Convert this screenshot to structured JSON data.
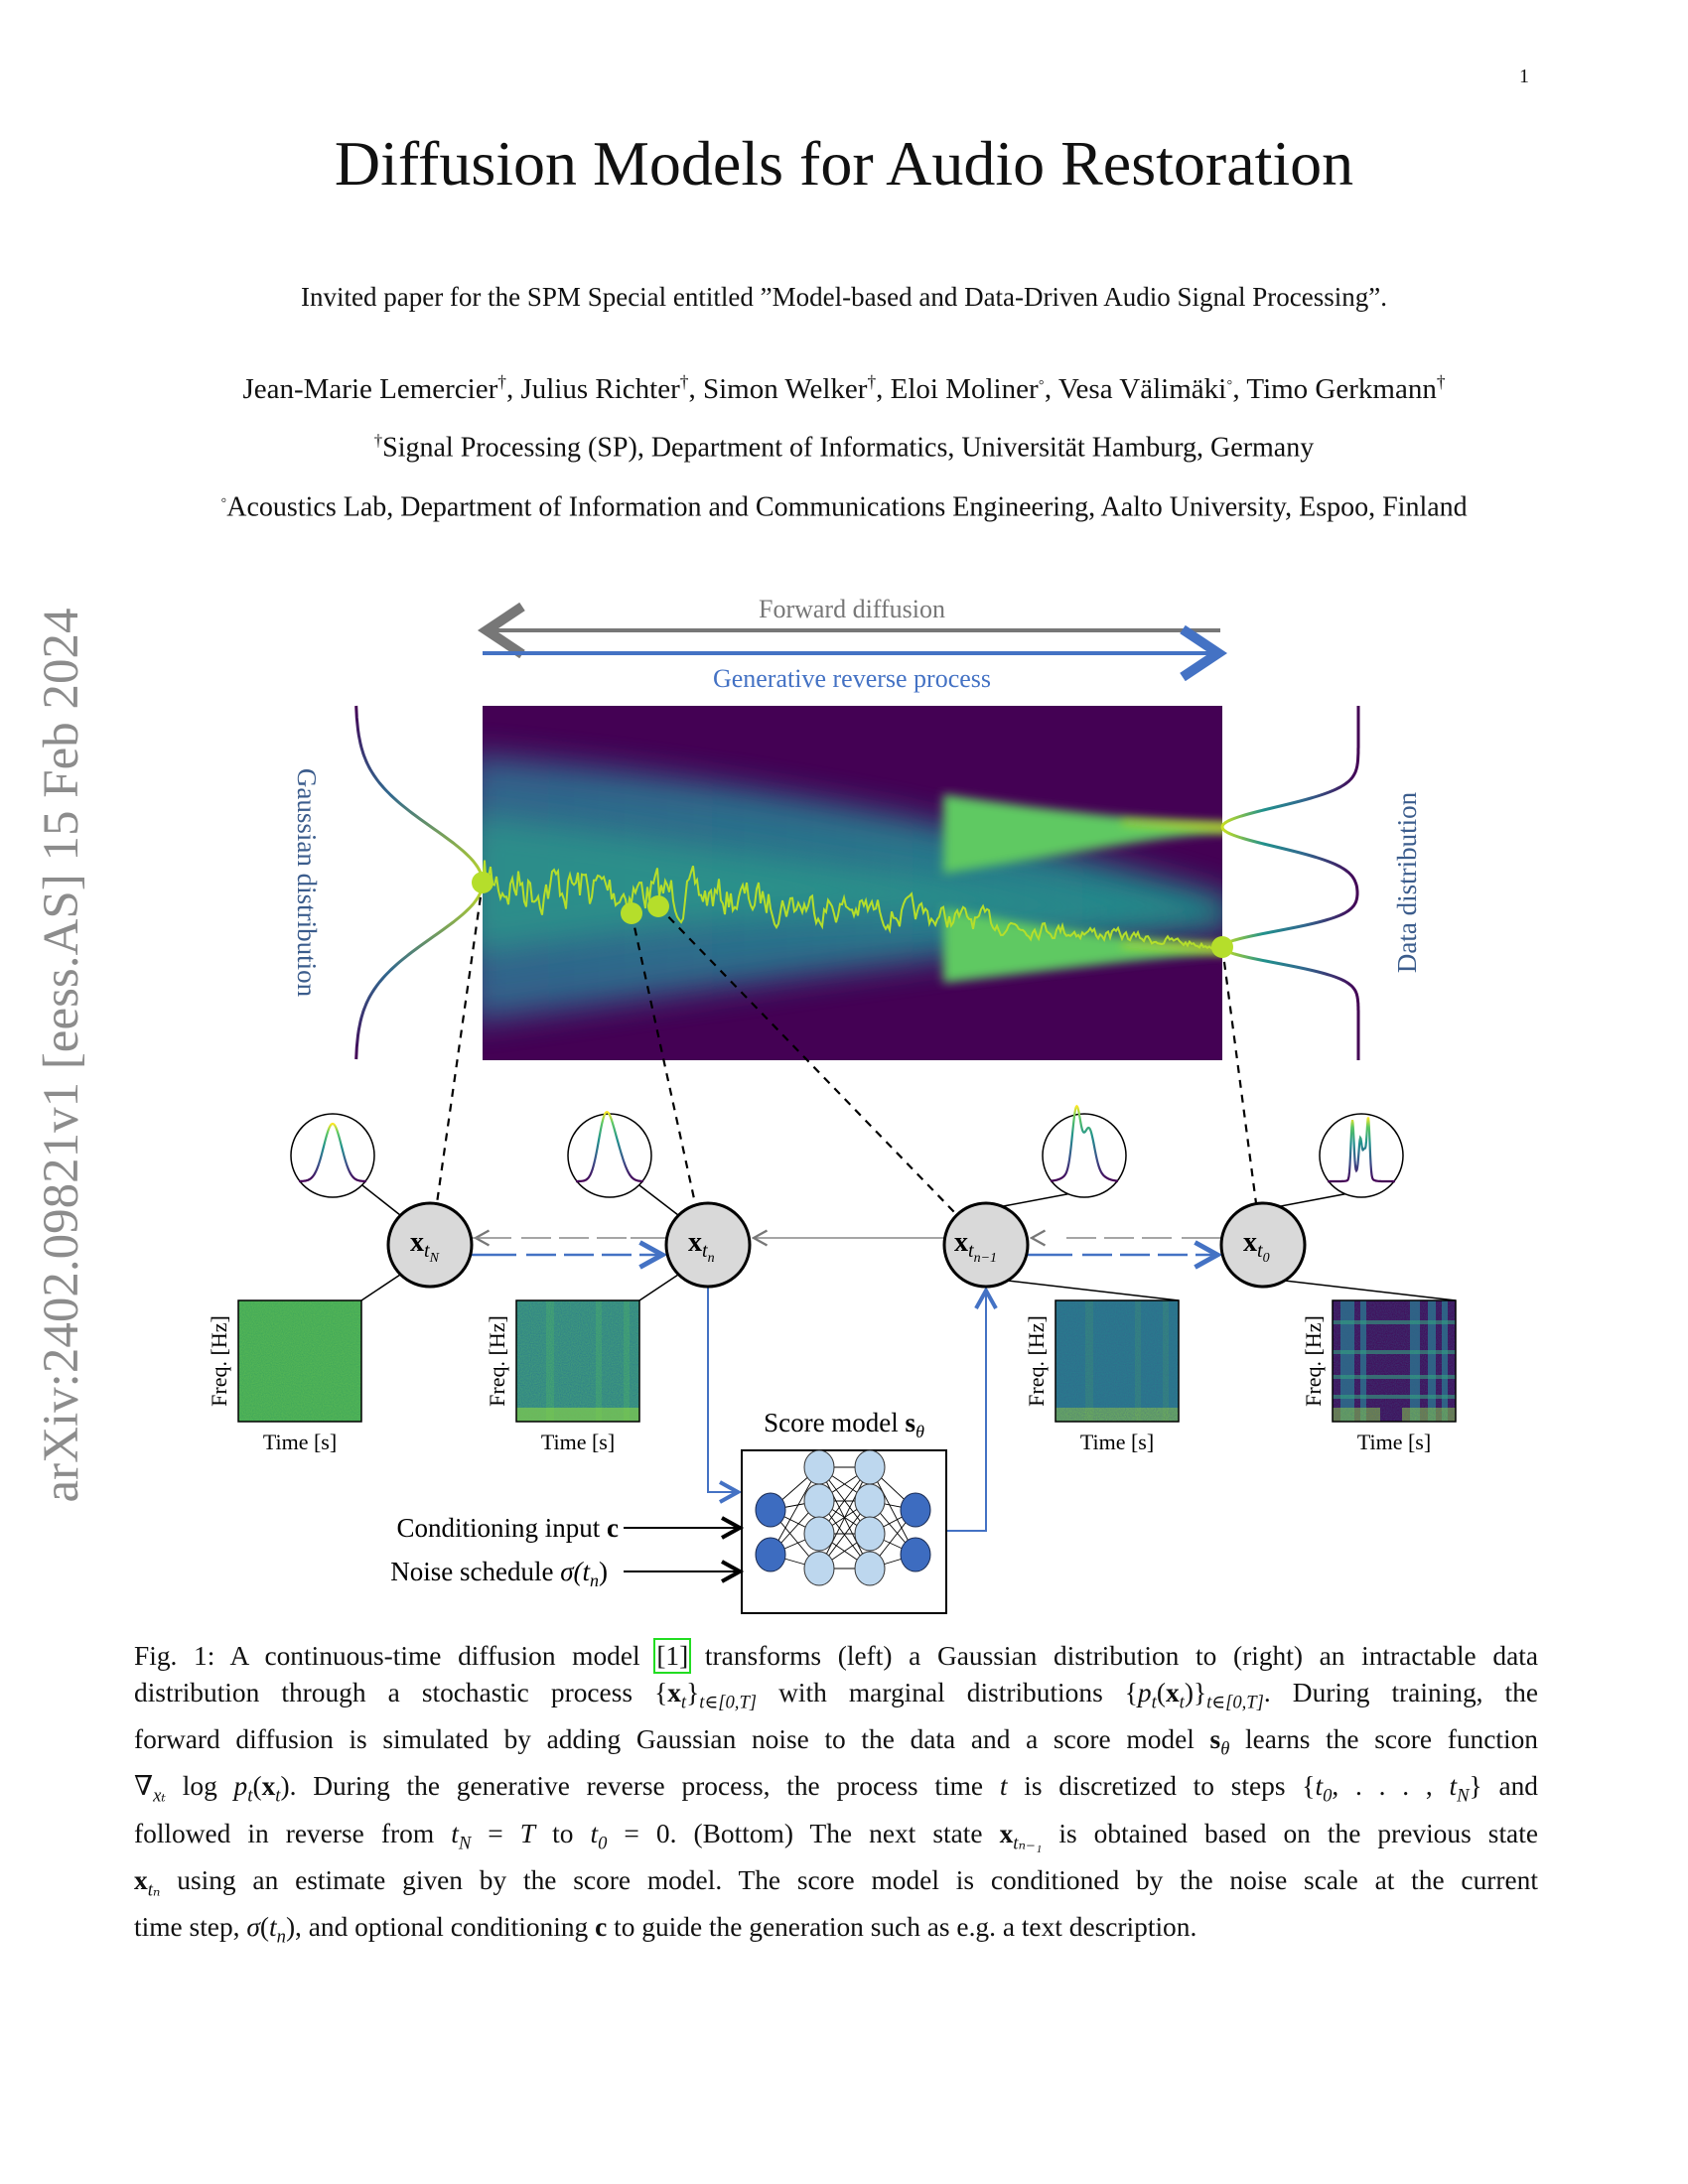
{
  "page_number": "1",
  "title": "Diffusion Models for Audio Restoration",
  "invited_note": "Invited paper for the SPM Special entitled ”Model-based and Data-Driven Audio Signal Processing”.",
  "authors": [
    {
      "name": "Jean-Marie Lemercier",
      "mark": "†"
    },
    {
      "name": "Julius Richter",
      "mark": "†"
    },
    {
      "name": "Simon Welker",
      "mark": "†"
    },
    {
      "name": "Eloi Moliner",
      "mark": "◦"
    },
    {
      "name": "Vesa Välimäki",
      "mark": "◦"
    },
    {
      "name": "Timo Gerkmann",
      "mark": "†"
    }
  ],
  "affiliations": [
    {
      "mark": "†",
      "text": "Signal Processing (SP), Department of Informatics, Universität Hamburg, Germany"
    },
    {
      "mark": "◦",
      "text": "Acoustics Lab, Department of Information and Communications Engineering, Aalto University, Espoo, Finland"
    }
  ],
  "arxiv_stamp": "arXiv:2402.09821v1  [eess.AS]  15 Feb 2024",
  "figure": {
    "forward_label": "Forward diffusion",
    "reverse_label": "Generative reverse process",
    "left_dist_label": "Gaussian distribution",
    "right_dist_label": "Data distribution",
    "nodes": [
      {
        "base": "x",
        "sub": "t",
        "subsub": "N"
      },
      {
        "base": "x",
        "sub": "t",
        "subsub": "n"
      },
      {
        "base": "x",
        "sub": "t",
        "subsub": "n−1"
      },
      {
        "base": "x",
        "sub": "t",
        "subsub": "0"
      }
    ],
    "spectrogram_ylabel": "Freq. [Hz]",
    "spectrogram_xlabel": "Time [s]",
    "score_model_label": "Score model ",
    "score_model_symbol": "s",
    "score_model_sub": "θ",
    "conditioning_label": "Conditioning input ",
    "conditioning_symbol": "c",
    "noise_label": "Noise schedule ",
    "noise_symbol": "σ(t",
    "noise_sub": "n",
    "noise_close": ")",
    "colors": {
      "forward": "#777777",
      "reverse": "#4472c4",
      "node_fill": "#d9d9d9",
      "heatmap_bg": "#440154",
      "trajectory": "#b5de2b"
    }
  },
  "caption": {
    "lines": [
      [
        [
          "Fig. 1: A continuous-time diffusion model ",
          ""
        ],
        [
          "[1]",
          "cite"
        ],
        [
          " transforms (left) a Gaussian distribution to (right) an intractable data",
          ""
        ]
      ],
      [
        [
          "distribution through a stochastic process {",
          ""
        ],
        [
          "x",
          "b"
        ],
        [
          "t",
          "sub"
        ],
        [
          "}",
          ""
        ],
        [
          "t∈[0,T]",
          "sub"
        ],
        [
          " with marginal distributions {",
          ""
        ],
        [
          "p",
          "i"
        ],
        [
          "t",
          "sub"
        ],
        [
          "(",
          ""
        ],
        [
          "x",
          "b"
        ],
        [
          "t",
          "sub"
        ],
        [
          ")}",
          ""
        ],
        [
          "t∈[0,T]",
          "sub"
        ],
        [
          ". During training, the",
          ""
        ]
      ],
      [
        [
          "forward diffusion is simulated by adding Gaussian noise to the data and a score model ",
          ""
        ],
        [
          "s",
          "b"
        ],
        [
          "θ",
          "sub"
        ],
        [
          " learns the score function",
          ""
        ]
      ],
      [
        [
          "∇",
          ""
        ],
        [
          "xₜ",
          "sub"
        ],
        [
          " log ",
          ""
        ],
        [
          "p",
          "i"
        ],
        [
          "t",
          "sub"
        ],
        [
          "(",
          ""
        ],
        [
          "x",
          "b"
        ],
        [
          "t",
          "sub"
        ],
        [
          "). During the generative reverse process, the process time ",
          ""
        ],
        [
          "t",
          "i"
        ],
        [
          " is discretized to steps {",
          ""
        ],
        [
          "t",
          "i"
        ],
        [
          "0",
          "sub"
        ],
        [
          ", . . . , ",
          ""
        ],
        [
          "t",
          "i"
        ],
        [
          "N",
          "sub"
        ],
        [
          "} and",
          ""
        ]
      ],
      [
        [
          "followed in reverse from ",
          ""
        ],
        [
          "t",
          "i"
        ],
        [
          "N",
          "sub"
        ],
        [
          " = ",
          ""
        ],
        [
          "T",
          "i"
        ],
        [
          " to ",
          ""
        ],
        [
          "t",
          "i"
        ],
        [
          "0",
          "sub"
        ],
        [
          " = 0. (Bottom) The next state ",
          ""
        ],
        [
          "x",
          "b"
        ],
        [
          "tₙ₋₁",
          "sub"
        ],
        [
          " is obtained based on the previous state",
          ""
        ]
      ],
      [
        [
          "x",
          "b"
        ],
        [
          "tₙ",
          "sub"
        ],
        [
          " using an estimate given by the score model. The score model is conditioned by the noise scale at the current",
          ""
        ]
      ],
      [
        [
          "time step, ",
          ""
        ],
        [
          "σ",
          "i"
        ],
        [
          "(",
          ""
        ],
        [
          "t",
          "i"
        ],
        [
          "n",
          "sub"
        ],
        [
          "), and optional conditioning ",
          ""
        ],
        [
          "c",
          "b"
        ],
        [
          " to guide the generation such as e.g. a text description.",
          ""
        ]
      ]
    ]
  }
}
